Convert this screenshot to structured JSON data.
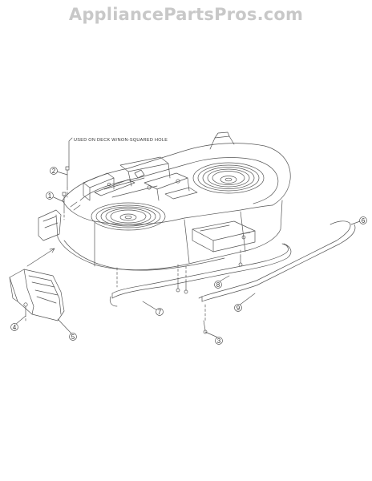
{
  "watermark": "AppliancePartsPros.com",
  "note": "USED ON DECK W/NON-SQUARED HOLE",
  "callouts": [
    {
      "id": "c1",
      "label": "1"
    },
    {
      "id": "c2",
      "label": "2"
    },
    {
      "id": "c3",
      "label": "3"
    },
    {
      "id": "c4",
      "label": "4"
    },
    {
      "id": "c5",
      "label": "5"
    },
    {
      "id": "c6",
      "label": "6"
    },
    {
      "id": "c7",
      "label": "7"
    },
    {
      "id": "c8",
      "label": "8"
    },
    {
      "id": "c9",
      "label": "9"
    }
  ]
}
